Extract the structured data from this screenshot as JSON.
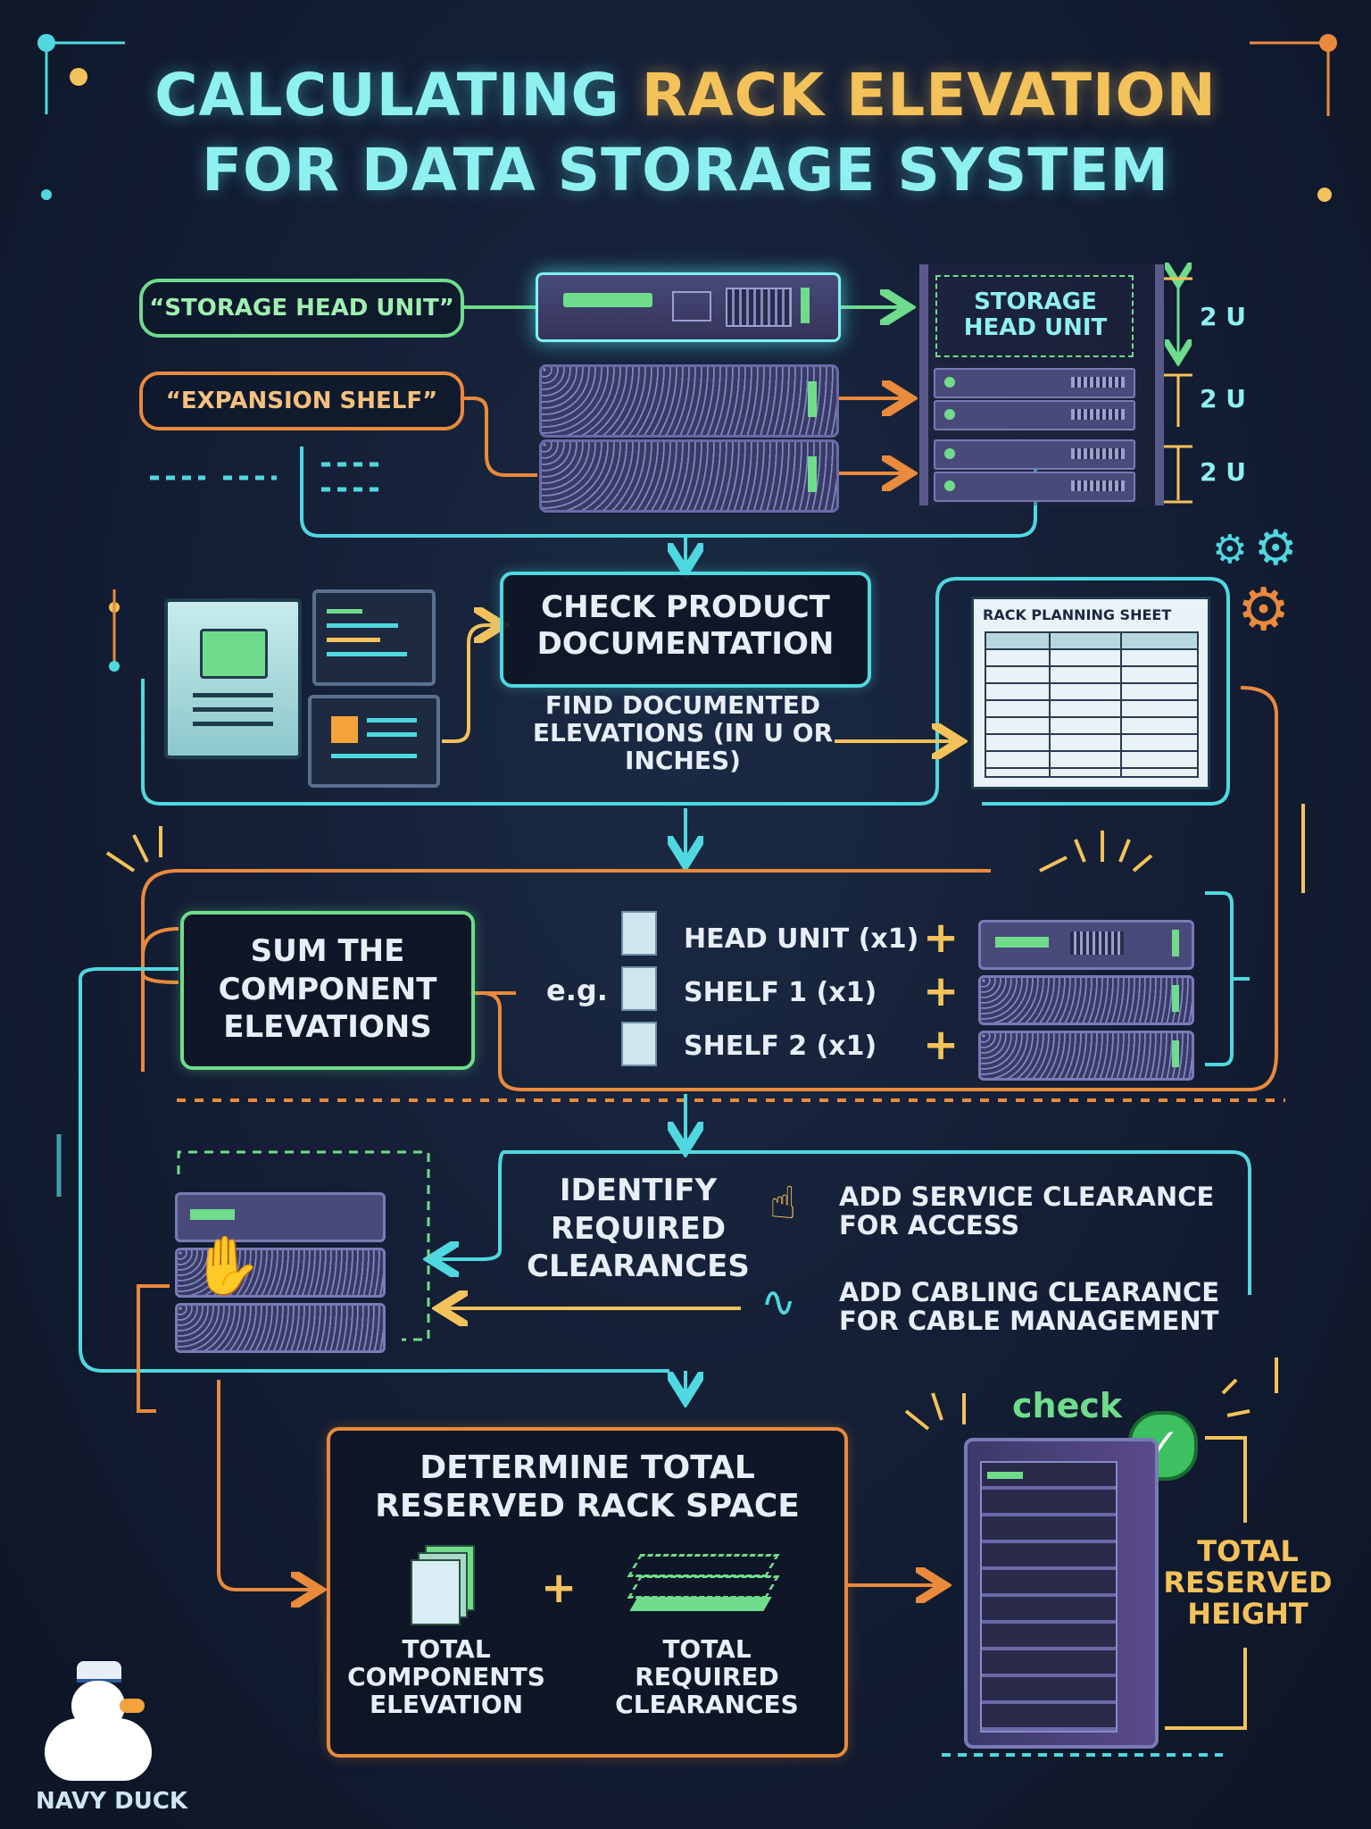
{
  "title": {
    "line1_a": "CALCULATING ",
    "line1_b": "RACK ELEVATION",
    "line2": "FOR DATA STORAGE SYSTEM"
  },
  "top": {
    "storage_pill": "“STORAGE HEAD UNIT”",
    "expansion_pill": "“EXPANSION SHELF”",
    "rack_label": "STORAGE HEAD UNIT",
    "units": [
      "2 U",
      "2 U",
      "2 U"
    ]
  },
  "docs": {
    "box_title": "CHECK PRODUCT DOCUMENTATION",
    "find_text": "FIND DOCUMENTED ELEVATIONS (IN U OR INCHES)",
    "sheet_title": "RACK PLANNING SHEET"
  },
  "sum": {
    "box_title": "SUM THE COMPONENT ELEVATIONS",
    "eg": "e.g.",
    "items": [
      "HEAD UNIT (x1)",
      "SHELF 1 (x1)",
      "SHELF 2 (x1)"
    ],
    "plus": "+"
  },
  "clear": {
    "box_title": "IDENTIFY REQUIRED CLEARANCES",
    "service": "ADD SERVICE CLEARANCE FOR ACCESS",
    "cabling": "ADD CABLING CLEARANCE FOR CABLE MANAGEMENT"
  },
  "total": {
    "box_title": "DETERMINE TOTAL RESERVED RACK SPACE",
    "comp": "TOTAL COMPONENTS ELEVATION",
    "clr": "TOTAL REQUIRED CLEARANCES",
    "plus": "+",
    "check": "check",
    "reserved": "TOTAL RESERVED HEIGHT"
  },
  "brand": "NAVY DUCK",
  "colors": {
    "cyan": "#4fd8e0",
    "green": "#6fdc8c",
    "orange": "#e98a3c",
    "gold": "#f4c25a"
  }
}
